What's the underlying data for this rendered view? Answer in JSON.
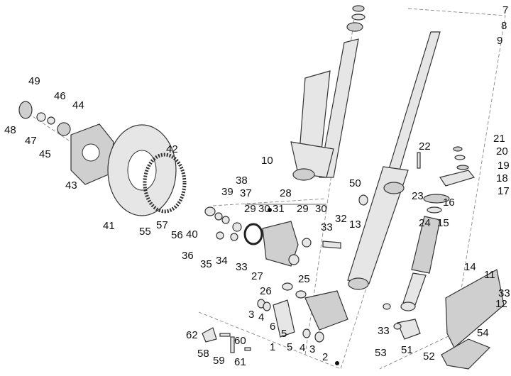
{
  "diagram": {
    "type": "exploded parts diagram",
    "callouts": [
      "7",
      "8",
      "9",
      "49",
      "46",
      "44",
      "48",
      "47",
      "45",
      "10",
      "22",
      "21",
      "20",
      "19",
      "18",
      "17",
      "42",
      "43",
      "41",
      "55",
      "57",
      "56",
      "38",
      "39",
      "37",
      "28",
      "29",
      "30",
      "31",
      "29",
      "30",
      "50",
      "23",
      "16",
      "24",
      "15",
      "32",
      "13",
      "33",
      "40",
      "36",
      "35",
      "34",
      "33",
      "14",
      "27",
      "25",
      "26",
      "11",
      "33",
      "12",
      "3",
      "4",
      "6",
      "5",
      "33",
      "62",
      "58",
      "59",
      "60",
      "61",
      "5",
      "4",
      "3",
      "1",
      "2",
      "53",
      "51",
      "52",
      "54"
    ]
  }
}
